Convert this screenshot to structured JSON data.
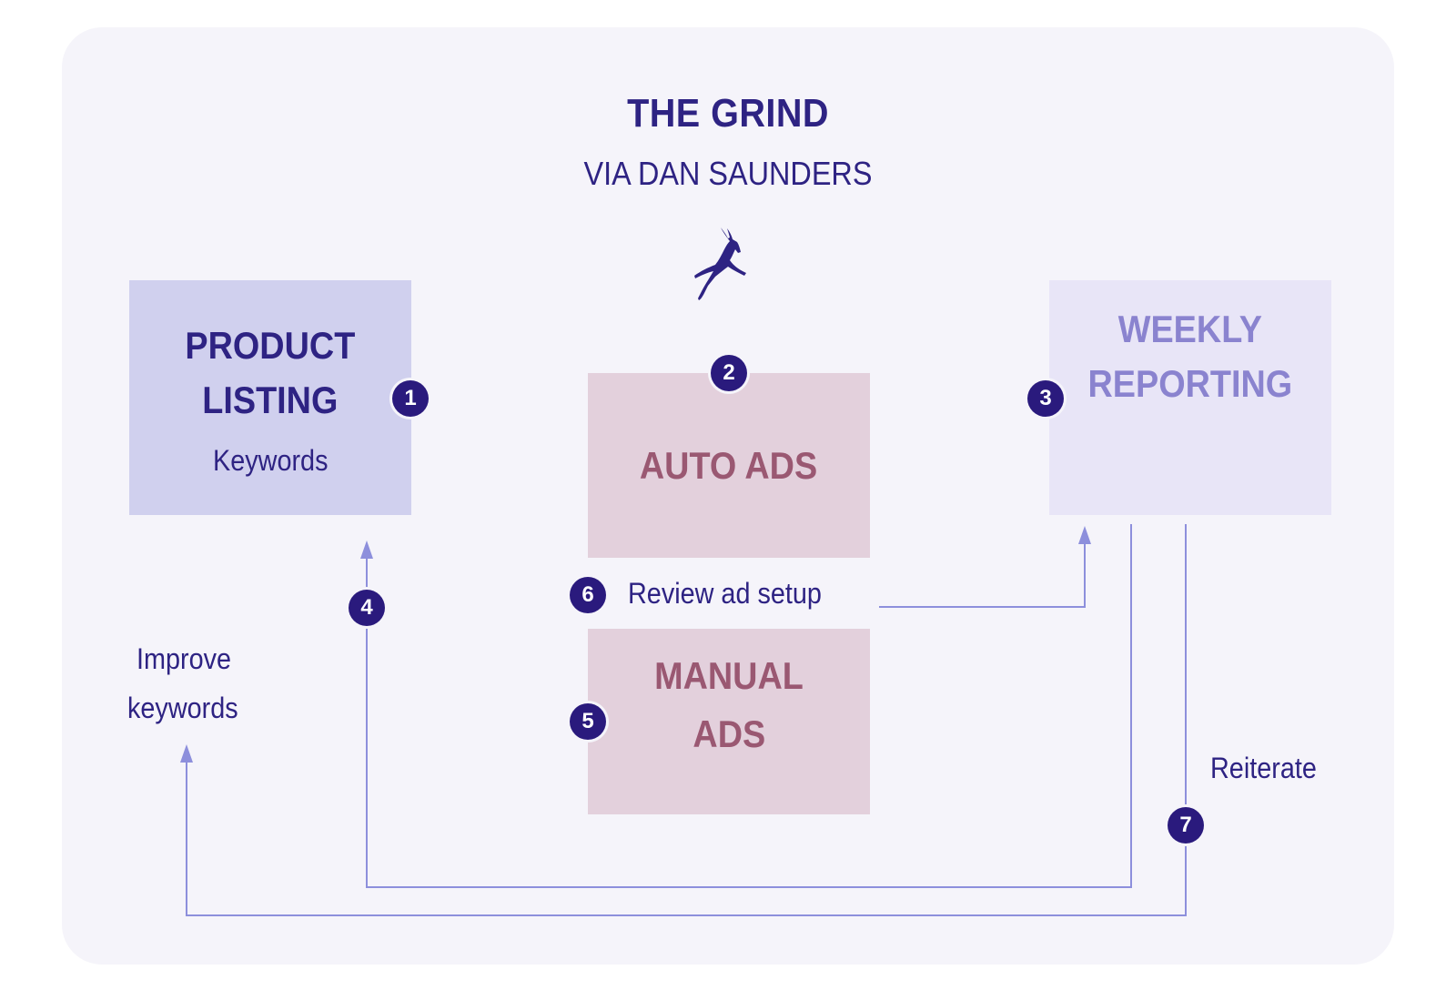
{
  "header": {
    "title": "THE GRIND",
    "subtitle": "VIA DAN SAUNDERS"
  },
  "logo": {
    "icon": "leaping-gazelle-icon",
    "color": "#2e2383"
  },
  "nodes": {
    "product_listing": {
      "title_line1": "PRODUCT",
      "title_line2": "LISTING",
      "sub": "Keywords"
    },
    "auto_ads": {
      "title": "AUTO ADS"
    },
    "weekly_reporting": {
      "title_line1": "WEEKLY",
      "title_line2": "REPORTING"
    },
    "manual_ads": {
      "title_line1": "MANUAL",
      "title_line2": "ADS"
    }
  },
  "steps": [
    "1",
    "2",
    "3",
    "4",
    "5",
    "6",
    "7"
  ],
  "labels": {
    "review": "Review ad setup",
    "improve_line1": "Improve",
    "improve_line2": "keywords",
    "reiterate": "Reiterate"
  },
  "colors": {
    "dark_navy": "#2e2383",
    "badge": "#2a1a7d",
    "product_box": "#d0d0ee",
    "weekly_box": "#e8e5f7",
    "ads_box": "#e3d0dc",
    "ads_text": "#9a5872",
    "weekly_text": "#8a83cf",
    "connector": "#8d8fdc"
  }
}
